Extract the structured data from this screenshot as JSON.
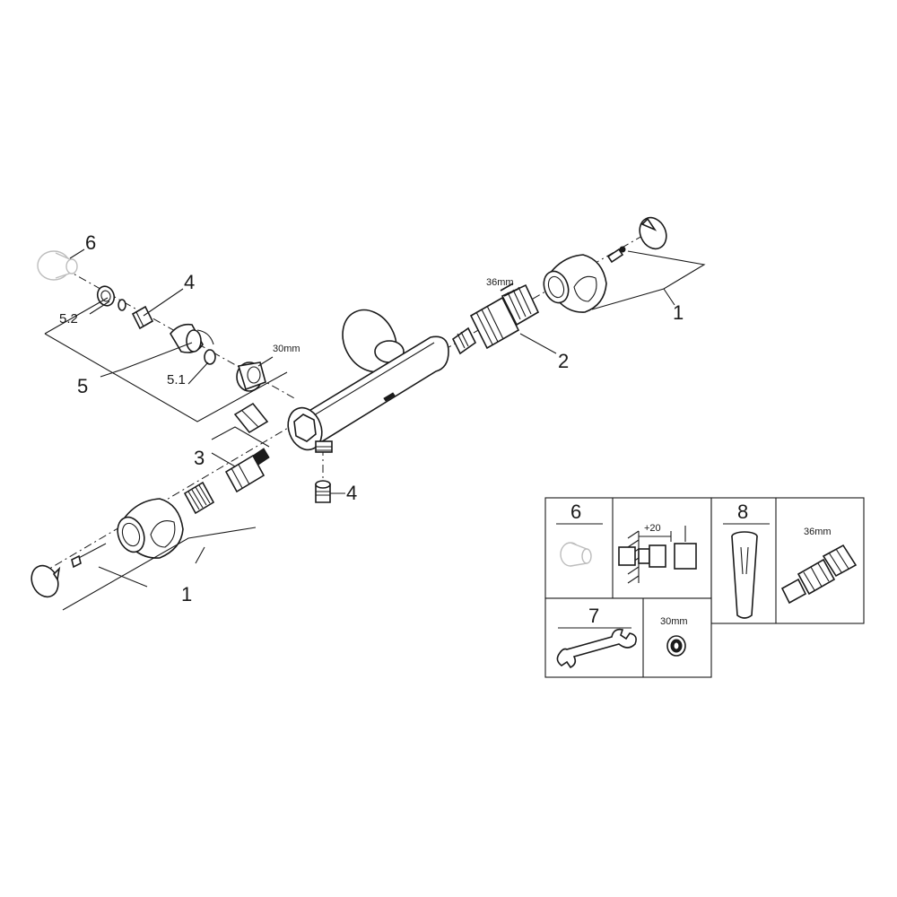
{
  "callouts": {
    "c1_right": "1",
    "c2": "2",
    "c1_left": "1",
    "c3": "3",
    "c4_top": "4",
    "c4_bottom": "4",
    "c5": "5",
    "c5_1": "5.1",
    "c5_2": "5.2",
    "c6": "6"
  },
  "dimensions": {
    "cartridge_top": "36mm",
    "nut_top": "30mm"
  },
  "tools": {
    "box6_label": "6",
    "box6_offset": "+20",
    "box7_label": "7",
    "box7_size": "30mm",
    "box8_label": "8",
    "box8_size": "36mm"
  }
}
